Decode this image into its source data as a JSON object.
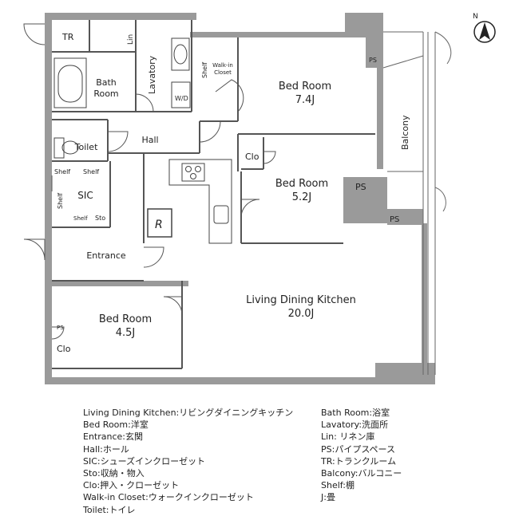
{
  "rooms": {
    "ldk": {
      "name": "Living Dining Kitchen",
      "size": "20.0J"
    },
    "bed1": {
      "name": "Bed Room",
      "size": "7.4J"
    },
    "bed2": {
      "name": "Bed Room",
      "size": "5.2J"
    },
    "bed3": {
      "name": "Bed Room",
      "size": "4.5J"
    },
    "bath": {
      "name1": "Bath",
      "name2": "Room"
    },
    "lavatory": "Lavatory",
    "hall": "Hall",
    "toilet": "Toilet",
    "sic": "SIC",
    "entrance": "Entrance",
    "balcony": "Balcony",
    "walkin": {
      "line1": "Walk-in",
      "line2": "Closet"
    }
  },
  "small_labels": {
    "tr": "TR",
    "lin": "Lin",
    "wd": "W/D",
    "shelf": "Shelf",
    "sto": "Sto",
    "clo": "Clo",
    "ps": "PS",
    "fridge": "R"
  },
  "compass": {
    "north": "N"
  },
  "legend": {
    "left": [
      "Living Dining Kitchen:リビングダイニングキッチン",
      "Bed Room:洋室",
      "Entrance:玄関",
      "Hall:ホール",
      "SIC:シューズインクローゼット",
      "Sto:収納・物入",
      "Clo:押入・クローゼット",
      "Walk-in Closet:ウォークインクローゼット",
      "Toilet:トイレ"
    ],
    "right": [
      "Bath Room:浴室",
      "Lavatory:洗面所",
      "Lin: リネン庫",
      "PS:パイプスペース",
      "TR:トランクルーム",
      "Balcony:バルコニー",
      "Shelf:棚",
      "J:畳"
    ]
  }
}
